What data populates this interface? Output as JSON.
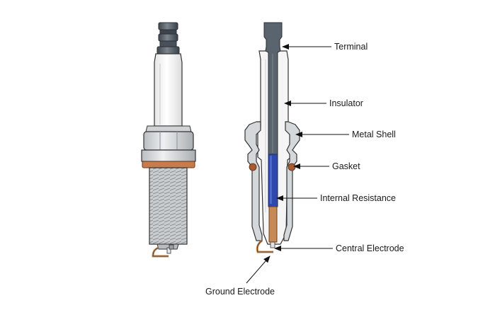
{
  "labels": {
    "terminal": "Terminal",
    "insulator": "Insulator",
    "metal_shell": "Metal Shell",
    "gasket": "Gasket",
    "internal_resistance": "Internal Resistance",
    "central_electrode": "Central Electrode",
    "ground_electrode": "Ground Electrode"
  },
  "colors": {
    "terminal_steel": "#56606a",
    "resistor_blue": "#2d46a8",
    "gasket_copper": "#b0643a",
    "electrode_copper": "#c58a55",
    "shell_grey": "#d6d9db",
    "insulator_white": "#f4f4f4",
    "outline": "#333333"
  },
  "icons": {
    "plug_exterior": "spark-plug-exterior-drawing",
    "plug_section": "spark-plug-cross-section-drawing",
    "leader": "arrow-pointer"
  }
}
